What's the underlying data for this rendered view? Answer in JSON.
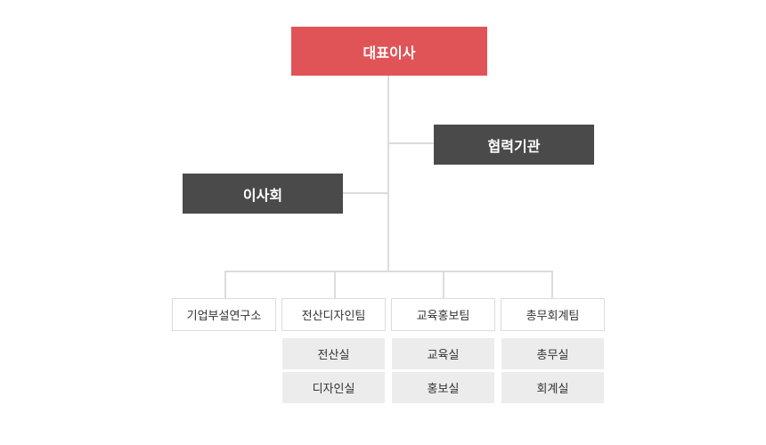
{
  "chart": {
    "ceo": "대표이사",
    "partner": "협력기관",
    "board": "이사회",
    "departments": [
      {
        "name": "기업부설연구소",
        "subs": []
      },
      {
        "name": "전산디자인팀",
        "subs": [
          "전산실",
          "디자인실"
        ]
      },
      {
        "name": "교육홍보팀",
        "subs": [
          "교육실",
          "홍보실"
        ]
      },
      {
        "name": "총무회계팀",
        "subs": [
          "총무실",
          "회계실"
        ]
      }
    ]
  },
  "colors": {
    "ceo": "#e05458",
    "dark": "#4a4a4a",
    "line": "#dcdcdc",
    "sub": "#ececec"
  }
}
